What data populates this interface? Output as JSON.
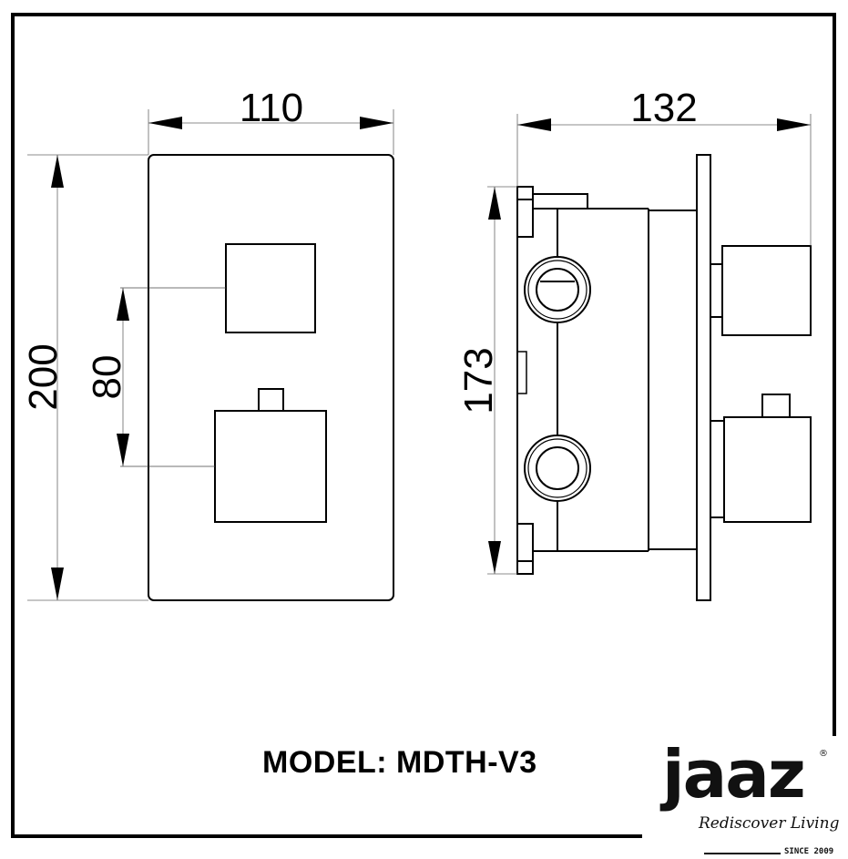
{
  "drawing": {
    "front_view": {
      "width_dim": "110",
      "height_dim": "200",
      "spacing_dim": "80"
    },
    "side_view": {
      "depth_dim": "132",
      "height_dim": "173"
    }
  },
  "model": {
    "label": "MODEL:  MDTH-V3"
  },
  "logo": {
    "brand": "jaaz",
    "registered_mark": "®",
    "tagline": "Rediscover Living",
    "since": "SINCE 2009"
  },
  "colors": {
    "line": "#000000",
    "background": "#ffffff"
  }
}
